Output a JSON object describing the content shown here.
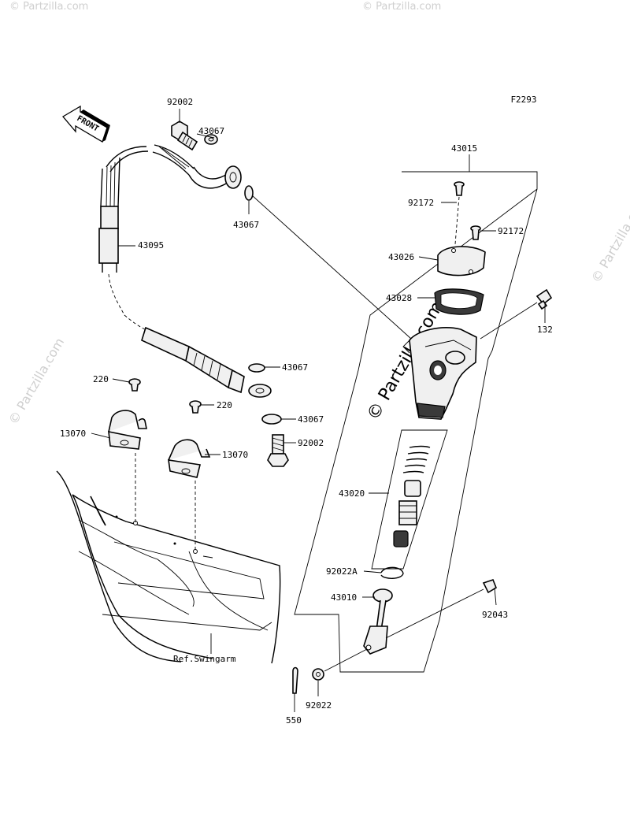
{
  "figure_code": "F2293",
  "front_label": "FRONT",
  "watermark": "© Partzilla.com",
  "labels": {
    "p92002_top": "92002",
    "p43067_a": "43067",
    "p43067_b": "43067",
    "p43095": "43095",
    "p43015": "43015",
    "p92172_a": "92172",
    "p92172_b": "92172",
    "p43026": "43026",
    "p43028": "43028",
    "p132": "132",
    "p43067_c": "43067",
    "p43067_d": "43067",
    "p92002_bot": "92002",
    "p220_a": "220",
    "p220_b": "220",
    "p13070_a": "13070",
    "p13070_b": "13070",
    "p43020": "43020",
    "p92022A": "92022A",
    "p43010": "43010",
    "p92043": "92043",
    "p92022": "92022",
    "p550": "550",
    "ref_swingarm": "Ref.Swingarm"
  },
  "colors": {
    "line": "#000000",
    "watermark": "#cfcfcf",
    "part_fill": "#f0f0f0"
  }
}
